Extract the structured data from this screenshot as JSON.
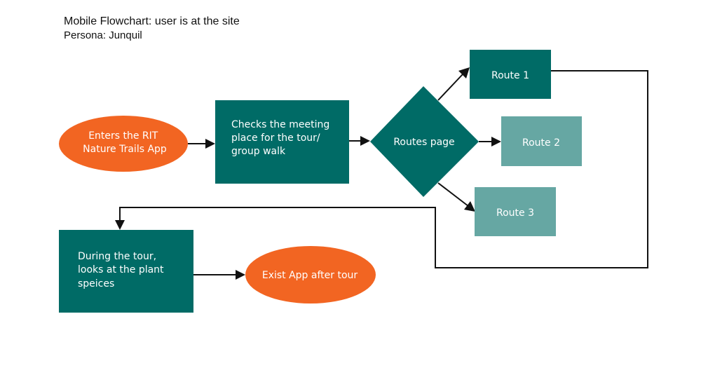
{
  "header": {
    "title": "Mobile Flowchart: user is at the site",
    "subtitle": "Persona: Junquil"
  },
  "colors": {
    "orange": "#f26522",
    "dark_teal": "#006b66",
    "light_teal": "#66a7a3",
    "line": "#111111"
  },
  "nodes": {
    "start": {
      "lines": [
        "Enters the RIT",
        "Nature Trails App"
      ]
    },
    "check": {
      "lines": [
        "Checks the meeting",
        "place for the tour/",
        "group walk"
      ]
    },
    "routes_page": {
      "lines": [
        "Routes page"
      ]
    },
    "route1": {
      "lines": [
        "Route 1"
      ]
    },
    "route2": {
      "lines": [
        "Route 2"
      ]
    },
    "route3": {
      "lines": [
        "Route 3"
      ]
    },
    "during": {
      "lines": [
        "During the tour,",
        "looks at the plant",
        "speices"
      ]
    },
    "exit": {
      "lines": [
        "Exist App after tour"
      ]
    }
  }
}
